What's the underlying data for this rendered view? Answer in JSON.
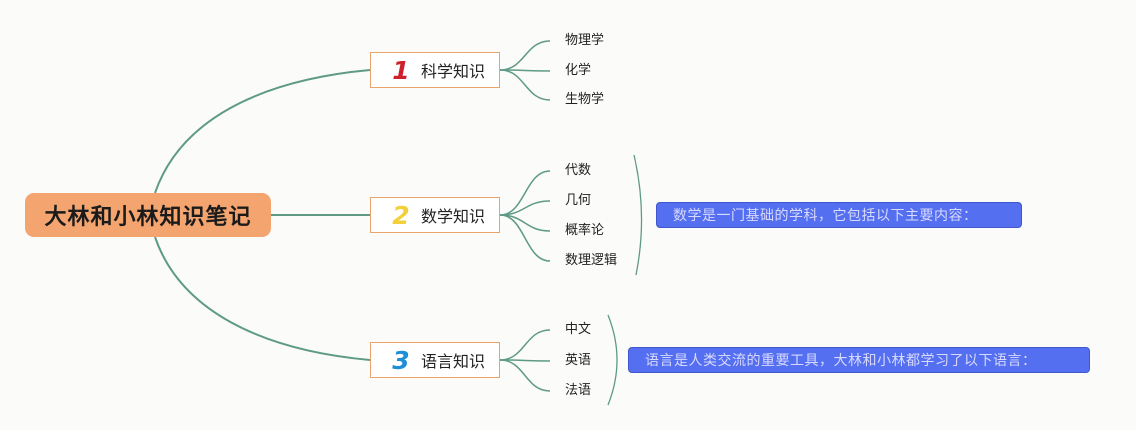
{
  "root": {
    "label": "大林和小林知识笔记"
  },
  "branches": [
    {
      "number": "1",
      "number_color": "#d0202e",
      "label": "科学知识",
      "children": [
        "物理学",
        "化学",
        "生物学"
      ]
    },
    {
      "number": "2",
      "number_color": "#f3cf3a",
      "label": "数学知识",
      "children": [
        "代数",
        "几何",
        "概率论",
        "数理逻辑"
      ],
      "note": "数学是一门基础的学科，它包括以下主要内容："
    },
    {
      "number": "3",
      "number_color": "#1f8ed8",
      "label": "语言知识",
      "children": [
        "中文",
        "英语",
        "法语"
      ],
      "note": "语言是人类交流的重要工具，大林和小林都学习了以下语言："
    }
  ],
  "colors": {
    "connector": "#5e9a86",
    "root_fill": "#f4a46e",
    "branch_border": "#e8a46a",
    "note_fill": "#5470f0",
    "background": "#fbfbfa"
  }
}
